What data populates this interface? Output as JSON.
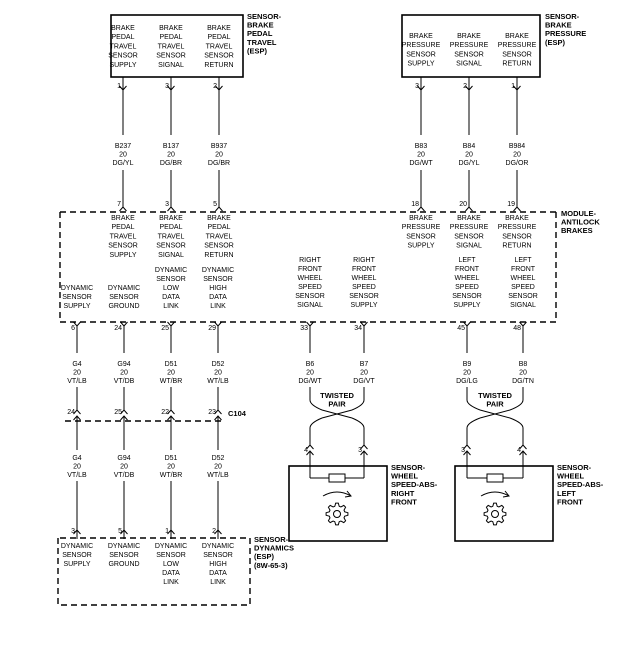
{
  "components": {
    "pedal_travel": {
      "title": [
        "SENSOR-",
        "BRAKE",
        "PEDAL",
        "TRAVEL",
        "(ESP)"
      ],
      "pins": [
        {
          "label": [
            "BRAKE",
            "PEDAL",
            "TRAVEL",
            "SENSOR",
            "SUPPLY"
          ],
          "pin": "1"
        },
        {
          "label": [
            "BRAKE",
            "PEDAL",
            "TRAVEL",
            "SENSOR",
            "SIGNAL"
          ],
          "pin": "3"
        },
        {
          "label": [
            "BRAKE",
            "PEDAL",
            "TRAVEL",
            "SENSOR",
            "RETURN"
          ],
          "pin": "2"
        }
      ]
    },
    "brake_pressure": {
      "title": [
        "SENSOR-",
        "BRAKE",
        "PRESSURE",
        "(ESP)"
      ],
      "pins": [
        {
          "label": [
            "BRAKE",
            "PRESSURE",
            "SENSOR",
            "SUPPLY"
          ],
          "pin": "3"
        },
        {
          "label": [
            "BRAKE",
            "PRESSURE",
            "SENSOR",
            "SIGNAL"
          ],
          "pin": "2"
        },
        {
          "label": [
            "BRAKE",
            "PRESSURE",
            "SENSOR",
            "RETURN"
          ],
          "pin": "1"
        }
      ]
    },
    "module": {
      "title": [
        "MODULE-",
        "ANTILOCK",
        "BRAKES"
      ],
      "pedal_pins": [
        {
          "pin": "7",
          "label": [
            "BRAKE",
            "PEDAL",
            "TRAVEL",
            "SENSOR",
            "SUPPLY"
          ]
        },
        {
          "pin": "3",
          "label": [
            "BRAKE",
            "PEDAL",
            "TRAVEL",
            "SENSOR",
            "SIGNAL"
          ]
        },
        {
          "pin": "5",
          "label": [
            "BRAKE",
            "PEDAL",
            "TRAVEL",
            "SENSOR",
            "RETURN"
          ]
        }
      ],
      "pressure_pins": [
        {
          "pin": "18",
          "label": [
            "BRAKE",
            "PRESSURE",
            "SENSOR",
            "SUPPLY"
          ]
        },
        {
          "pin": "20",
          "label": [
            "BRAKE",
            "PRESSURE",
            "SENSOR",
            "SIGNAL"
          ]
        },
        {
          "pin": "19",
          "label": [
            "BRAKE",
            "PRESSURE",
            "SENSOR",
            "RETURN"
          ]
        }
      ],
      "bottom_pins": [
        {
          "pin": "6",
          "label": [
            "DYNAMIC",
            "SENSOR",
            "SUPPLY"
          ]
        },
        {
          "pin": "24",
          "label": [
            "DYNAMIC",
            "SENSOR",
            "GROUND"
          ]
        },
        {
          "pin": "25",
          "label": [
            "DYNAMIC",
            "SENSOR",
            "LOW",
            "DATA",
            "LINK"
          ]
        },
        {
          "pin": "29",
          "label": [
            "DYNAMIC",
            "SENSOR",
            "HIGH",
            "DATA",
            "LINK"
          ]
        },
        {
          "pin": "33",
          "label": [
            "RIGHT",
            "FRONT",
            "WHEEL",
            "SPEED",
            "SENSOR",
            "SIGNAL"
          ]
        },
        {
          "pin": "34",
          "label": [
            "RIGHT",
            "FRONT",
            "WHEEL",
            "SPEED",
            "SENSOR",
            "SUPPLY"
          ]
        },
        {
          "pin": "45",
          "label": [
            "LEFT",
            "FRONT",
            "WHEEL",
            "SPEED",
            "SENSOR",
            "SUPPLY"
          ]
        },
        {
          "pin": "48",
          "label": [
            "LEFT",
            "FRONT",
            "WHEEL",
            "SPEED",
            "SENSOR",
            "SIGNAL"
          ]
        }
      ]
    },
    "dynamics": {
      "title": [
        "SENSOR-",
        "DYNAMICS",
        "(ESP)",
        "(8W-65-3)"
      ],
      "pins": [
        {
          "pin": "3",
          "label": [
            "DYNAMIC",
            "SENSOR",
            "SUPPLY"
          ]
        },
        {
          "pin": "5",
          "label": [
            "DYNAMIC",
            "SENSOR",
            "GROUND"
          ]
        },
        {
          "pin": "1",
          "label": [
            "DYNAMIC",
            "SENSOR",
            "LOW",
            "DATA",
            "LINK"
          ]
        },
        {
          "pin": "2",
          "label": [
            "DYNAMIC",
            "SENSOR",
            "HIGH",
            "DATA",
            "LINK"
          ]
        }
      ]
    },
    "wheel_right": {
      "title": [
        "SENSOR-",
        "WHEEL",
        "SPEED-ABS-",
        "RIGHT",
        "FRONT"
      ],
      "pins": [
        "4",
        "3"
      ]
    },
    "wheel_left": {
      "title": [
        "SENSOR-",
        "WHEEL",
        "SPEED-ABS-",
        "LEFT",
        "FRONT"
      ],
      "pins": [
        "3",
        "4"
      ]
    }
  },
  "wires_top": [
    {
      "circuit": "B237",
      "gauge": "20",
      "color": "DG/YL"
    },
    {
      "circuit": "B137",
      "gauge": "20",
      "color": "DG/BR"
    },
    {
      "circuit": "B937",
      "gauge": "20",
      "color": "DG/BR"
    },
    {
      "circuit": "B83",
      "gauge": "20",
      "color": "DG/WT"
    },
    {
      "circuit": "B84",
      "gauge": "20",
      "color": "DG/YL"
    },
    {
      "circuit": "B984",
      "gauge": "20",
      "color": "DG/OR"
    }
  ],
  "wires_mid": [
    {
      "circuit": "G4",
      "gauge": "20",
      "color": "VT/LB"
    },
    {
      "circuit": "G94",
      "gauge": "20",
      "color": "VT/DB"
    },
    {
      "circuit": "D51",
      "gauge": "20",
      "color": "WT/BR"
    },
    {
      "circuit": "D52",
      "gauge": "20",
      "color": "WT/LB"
    },
    {
      "circuit": "B6",
      "gauge": "20",
      "color": "DG/WT"
    },
    {
      "circuit": "B7",
      "gauge": "20",
      "color": "DG/VT"
    },
    {
      "circuit": "B9",
      "gauge": "20",
      "color": "DG/LG"
    },
    {
      "circuit": "B8",
      "gauge": "20",
      "color": "DG/TN"
    }
  ],
  "wires_low": [
    {
      "circuit": "G4",
      "gauge": "20",
      "color": "VT/LB"
    },
    {
      "circuit": "G94",
      "gauge": "20",
      "color": "VT/DB"
    },
    {
      "circuit": "D51",
      "gauge": "20",
      "color": "WT/BR"
    },
    {
      "circuit": "D52",
      "gauge": "20",
      "color": "WT/LB"
    }
  ],
  "connector": {
    "name": "C104",
    "pins": [
      "24",
      "25",
      "22",
      "23"
    ]
  },
  "twisted_pair": [
    "TWISTED",
    "PAIR"
  ]
}
